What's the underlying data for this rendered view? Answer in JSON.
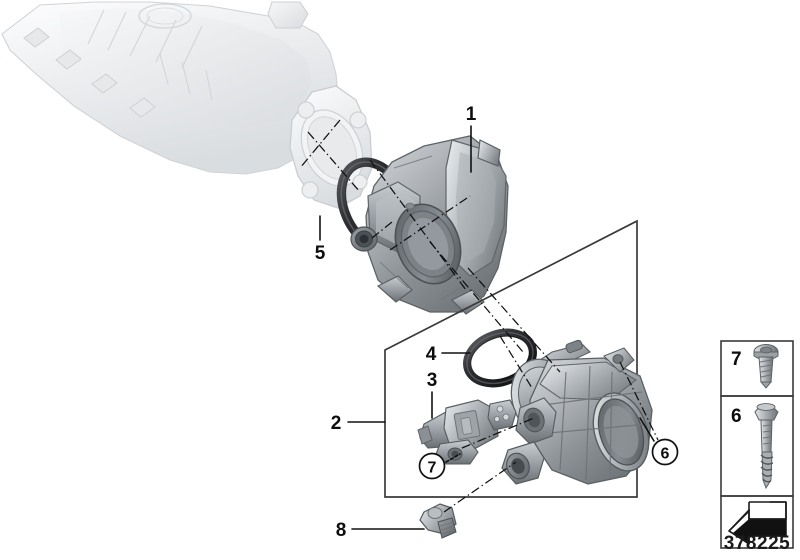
{
  "diagram": {
    "type": "technical-exploded-parts-diagram",
    "subject": "Throttle housing / throttle body assembly with intake manifold",
    "drawing_number": "378225",
    "background_color": "#ffffff",
    "line_color": "#111111",
    "ghost_part_color": "#e9eaec",
    "metal_color": "#9a9ea3",
    "seal_color": "#3a3a3c"
  },
  "callouts": [
    {
      "id": "1",
      "label": "1",
      "desc": "throttle-housing"
    },
    {
      "id": "2",
      "label": "2",
      "desc": "throttle-body-assembly-group"
    },
    {
      "id": "3",
      "label": "3",
      "desc": "throttle-position-sensor"
    },
    {
      "id": "4",
      "label": "4",
      "desc": "o-ring-seal-small"
    },
    {
      "id": "5",
      "label": "5",
      "desc": "o-ring-seal-large"
    },
    {
      "id": "6",
      "label": "6",
      "desc": "hex-head-bolt"
    },
    {
      "id": "7",
      "label": "7",
      "desc": "pan-head-screw"
    },
    {
      "id": "8",
      "label": "8",
      "desc": "stud-bolt"
    }
  ],
  "circled_refs": [
    {
      "label": "6",
      "desc": "bolt-reference-marker"
    },
    {
      "label": "7",
      "desc": "screw-reference-marker"
    }
  ],
  "legend": {
    "rows": [
      {
        "num": "7",
        "part": "pan-head-screw"
      },
      {
        "num": "6",
        "part": "hex-head-bolt"
      }
    ],
    "symbol": "direction-arrow",
    "drawing_number": "378225"
  }
}
